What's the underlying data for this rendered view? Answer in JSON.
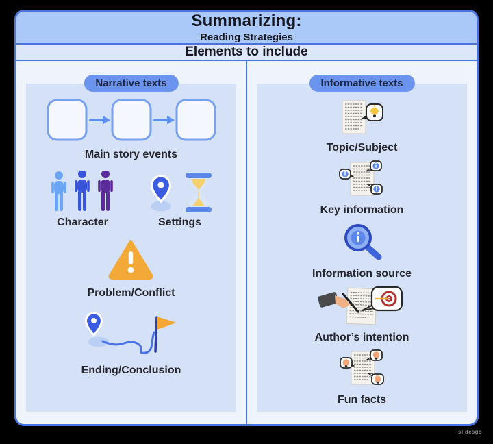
{
  "header": {
    "title": "Summarizing:",
    "subtitle": "Reading Strategies"
  },
  "section_title": "Elements to include",
  "columns": [
    {
      "badge": "Narrative texts",
      "items": [
        {
          "label": "Main story events",
          "icon": "story-sequence-icon"
        },
        {
          "label": "Character",
          "icon": "characters-icon"
        },
        {
          "label": "Settings",
          "icon": "location-pin-icon,hourglass-icon"
        },
        {
          "label": "Problem/Conflict",
          "icon": "warning-triangle-icon"
        },
        {
          "label": "Ending/Conclusion",
          "icon": "journey-flag-icon"
        }
      ]
    },
    {
      "badge": "Informative texts",
      "items": [
        {
          "label": "Topic/Subject",
          "icon": "document-idea-icon"
        },
        {
          "label": "Key information",
          "icon": "document-info-icon"
        },
        {
          "label": "Information source",
          "icon": "magnifier-info-icon"
        },
        {
          "label": "Author’s intention",
          "icon": "author-writing-icon"
        },
        {
          "label": "Fun facts",
          "icon": "document-funfacts-icon"
        }
      ]
    }
  ],
  "watermark": "slidesgo",
  "colors": {
    "header_blue": "#aac9f8",
    "band_blue": "#dce7fa",
    "cell_bg": "#eef3fc",
    "panel_bg": "#d5e1f6",
    "border_blue": "#4a73db",
    "pill_blue": "#6b94ee",
    "pill_text": "#1d2742",
    "text_dark": "#26262e",
    "warning_orange": "#f3a937",
    "flag_orange": "#f5a733",
    "person_light_blue": "#6aa6f5",
    "person_royal_blue": "#3a55d9",
    "person_purple": "#5b2a9b",
    "pin_blue": "#3b5ce0",
    "sand_yellow": "#f6cf6f",
    "bulb_yellow": "#f6c445",
    "info_blue": "#5b86ea",
    "target_red": "#b3312f"
  }
}
